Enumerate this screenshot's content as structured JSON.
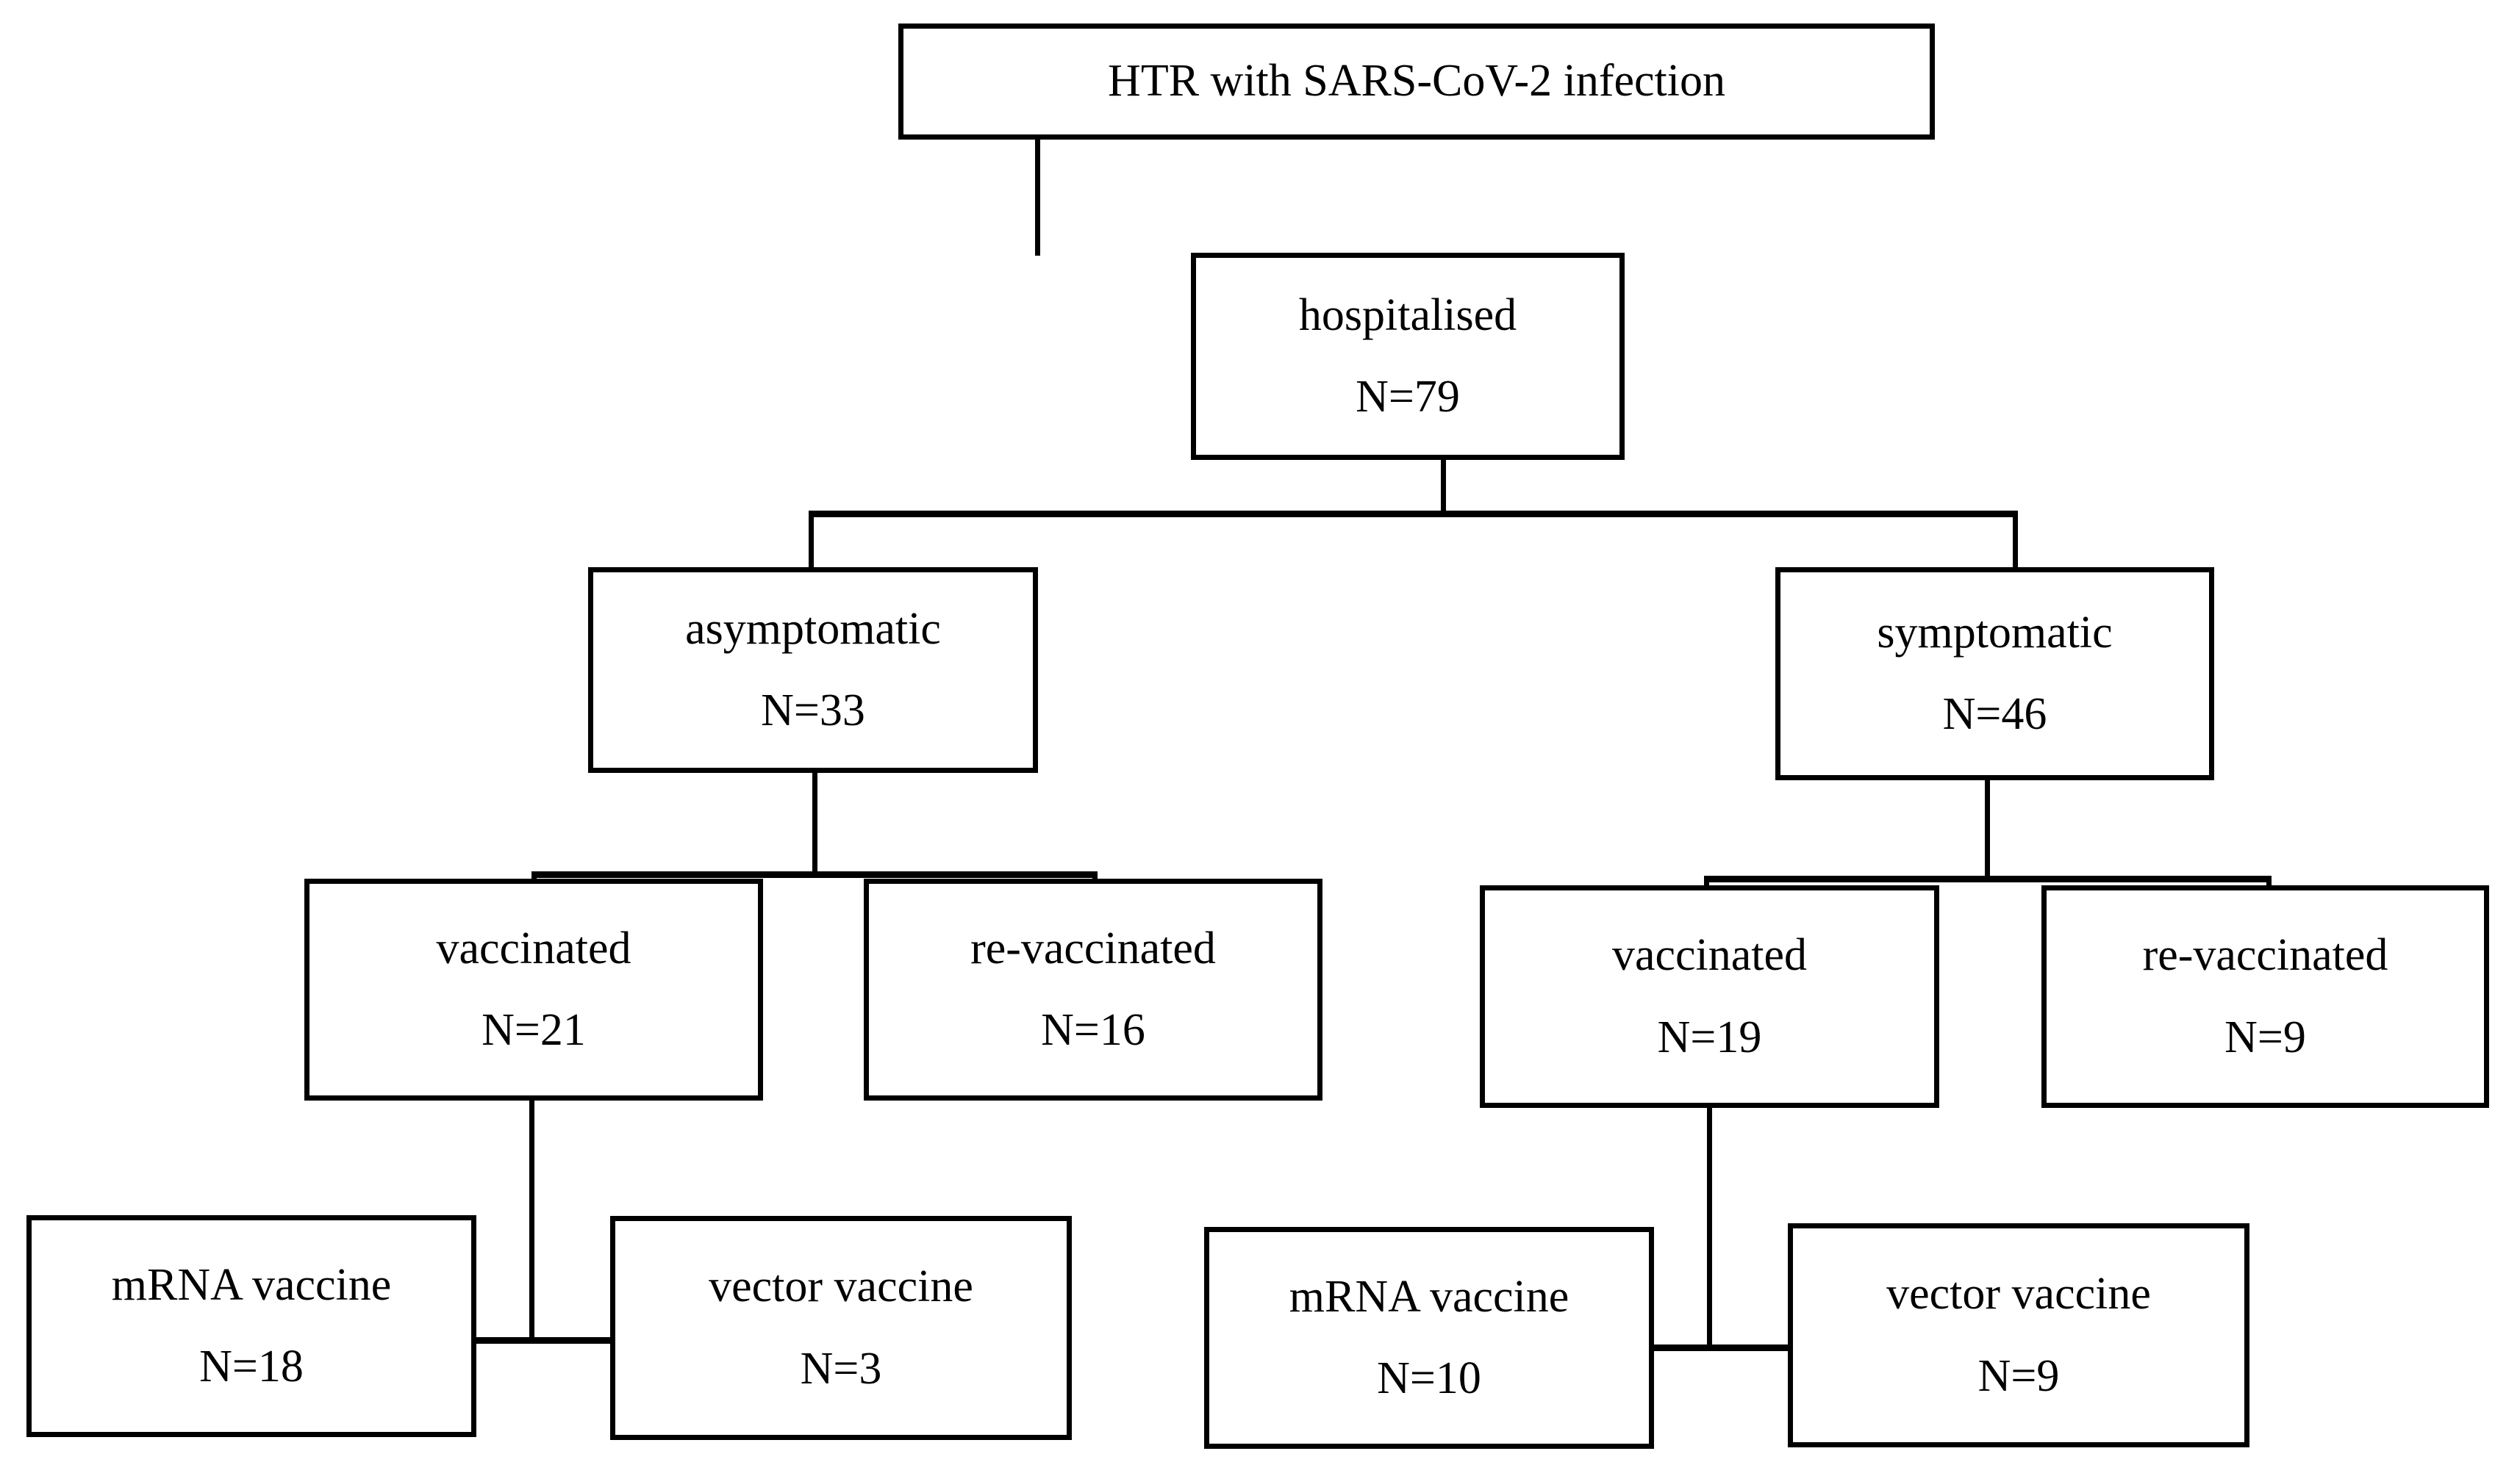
{
  "diagram": {
    "type": "flowchart",
    "title": "HTR with SARS-CoV-2 infection cohort flow",
    "orientation": "top-down",
    "line_color": "#000000",
    "box_fill": "#ffffff",
    "nodes": [
      {
        "id": "root",
        "label": "HTR with SARS-CoV-2 infection",
        "count": ""
      },
      {
        "id": "hosp",
        "label": "hospitalised",
        "count": "N=79"
      },
      {
        "id": "asym",
        "label": "asymptomatic",
        "count": "N=33"
      },
      {
        "id": "sym",
        "label": "symptomatic",
        "count": "N=46"
      },
      {
        "id": "asym_vac",
        "label": "vaccinated",
        "count": "N=21"
      },
      {
        "id": "asym_rev",
        "label": "re-vaccinated",
        "count": "N=16"
      },
      {
        "id": "sym_vac",
        "label": "vaccinated",
        "count": "N=19"
      },
      {
        "id": "sym_rev",
        "label": "re-vaccinated",
        "count": "N=9"
      },
      {
        "id": "asym_mrna",
        "label": "mRNA vaccine",
        "count": "N=18"
      },
      {
        "id": "asym_vect",
        "label": "vector vaccine",
        "count": "N=3"
      },
      {
        "id": "sym_mrna",
        "label": "mRNA vaccine",
        "count": "N=10"
      },
      {
        "id": "sym_vect",
        "label": "vector vaccine",
        "count": "N=9"
      }
    ],
    "edges": [
      {
        "from": "root",
        "to": "hosp"
      },
      {
        "from": "hosp",
        "to": "asym"
      },
      {
        "from": "hosp",
        "to": "sym"
      },
      {
        "from": "asym",
        "to": "asym_vac"
      },
      {
        "from": "asym",
        "to": "asym_rev"
      },
      {
        "from": "sym",
        "to": "sym_vac"
      },
      {
        "from": "sym",
        "to": "sym_rev"
      },
      {
        "from": "asym_vac",
        "to": "asym_mrna"
      },
      {
        "from": "asym_vac",
        "to": "asym_vect"
      },
      {
        "from": "sym_vac",
        "to": "sym_mrna"
      },
      {
        "from": "sym_vac",
        "to": "sym_vect"
      }
    ]
  }
}
